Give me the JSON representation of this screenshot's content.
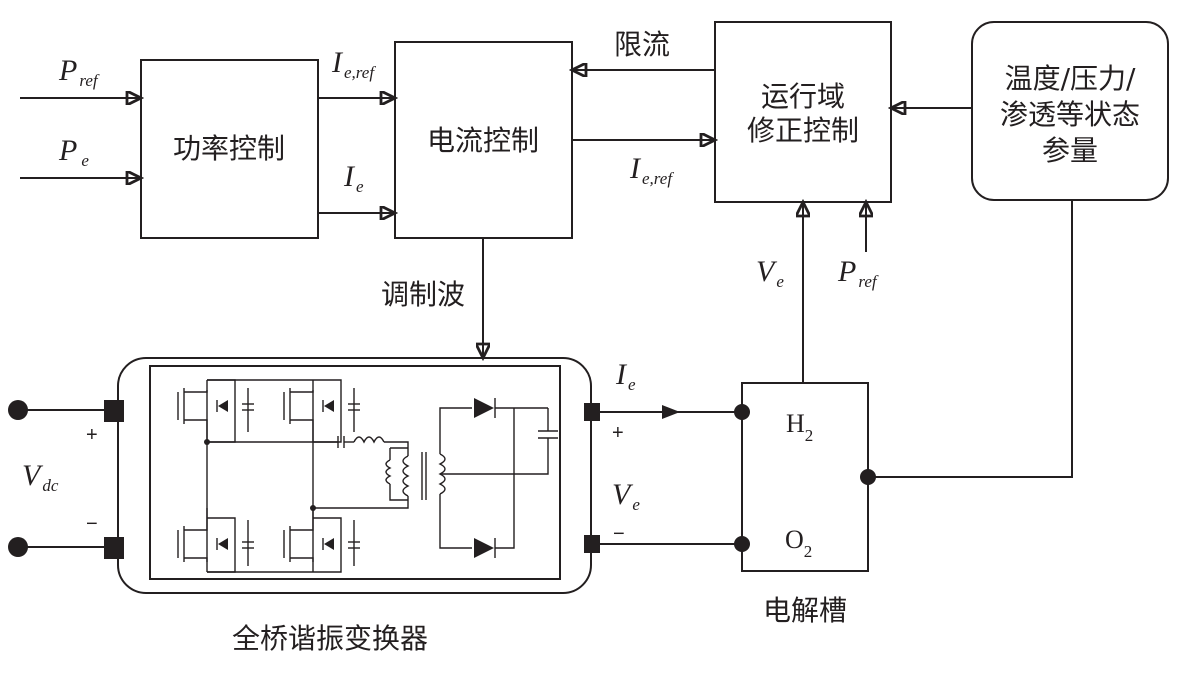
{
  "blocks": {
    "power_control": "功率控制",
    "current_control": "电流控制",
    "domain_correction_line1": "运行域",
    "domain_correction_line2": "修正控制",
    "status_line1": "温度/压力/",
    "status_line2": "渗透等状态",
    "status_line3": "参量",
    "converter_label": "全桥谐振变换器",
    "electrolyzer_label": "电解槽"
  },
  "signals": {
    "current_limit": "限流",
    "modulation_wave": "调制波",
    "p_symbol": "P",
    "i_symbol": "I",
    "v_symbol": "V",
    "sub_ref": "ref",
    "sub_e": "e",
    "sub_e_ref": "e,ref",
    "sub_dc": "dc"
  },
  "electrolyzer": {
    "h": "H",
    "o": "O",
    "sub_2": "2"
  },
  "polarity": {
    "plus": "+",
    "minus": "−"
  }
}
